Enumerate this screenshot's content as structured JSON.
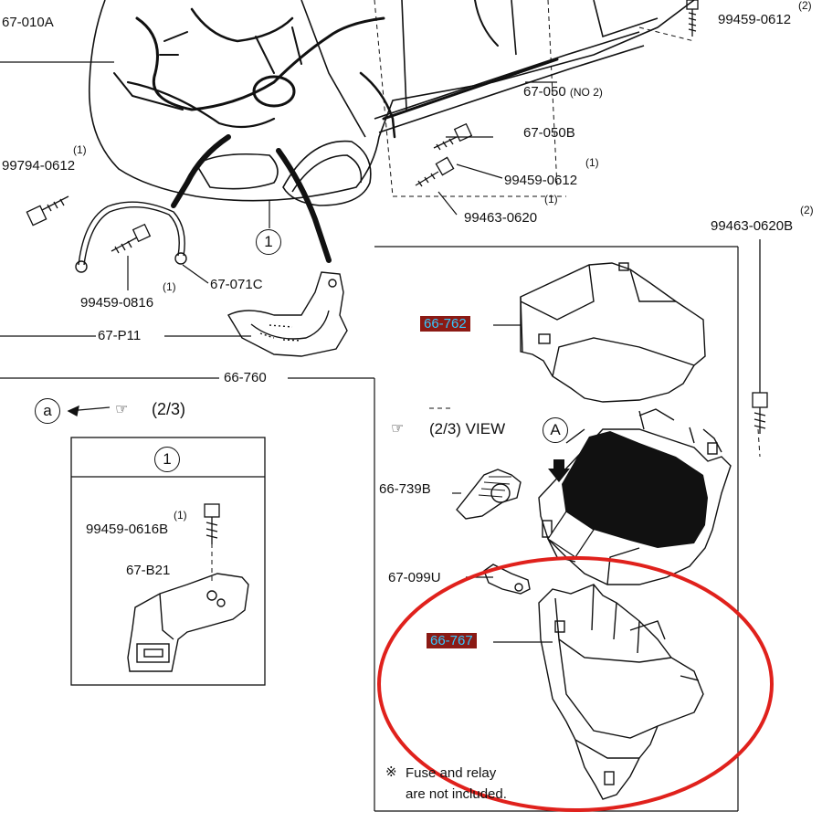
{
  "diagram": {
    "labels": {
      "p67_010A": "67-010A",
      "p99459_0612_top": "99459-0612",
      "p99459_0612_top_qty": "(2)",
      "p67_050_no2": "67-050",
      "p67_050_no2_suffix": "(NO 2)",
      "p67_050B": "67-050B",
      "p99794_0612": "99794-0612",
      "p99794_0612_qty": "(1)",
      "p99459_0612_mid": "99459-0612",
      "p99459_0612_mid_qty": "(1)",
      "p99463_0620": "99463-0620",
      "p99463_0620_qty": "(1)",
      "p99463_0620B": "99463-0620B",
      "p99463_0620B_qty": "(2)",
      "p99459_0816": "99459-0816",
      "p99459_0816_qty": "(1)",
      "p67_071C": "67-071C",
      "p67_P11": "67-P11",
      "p66_760": "66-760",
      "p66_762": "66-762",
      "p66_739B": "66-739B",
      "p67_099U": "67-099U",
      "p66_767": "66-767",
      "p99459_0616B": "99459-0616B",
      "p99459_0616B_qty": "(1)",
      "p67_B21": "67-B21"
    },
    "markers": {
      "circle_1": "1",
      "circle_a": "a",
      "circle_A": "A",
      "two_thirds": "(2/3)",
      "view_text": "(2/3) VIEW",
      "hand_symbol": "☞"
    },
    "note": {
      "mark": "※",
      "line1": "Fuse and relay",
      "line2": "are not included."
    },
    "highlight": {
      "ellipse_color": "#e0211c",
      "label_bg": "#8b1a14",
      "label_text": "#33c8ff"
    }
  }
}
